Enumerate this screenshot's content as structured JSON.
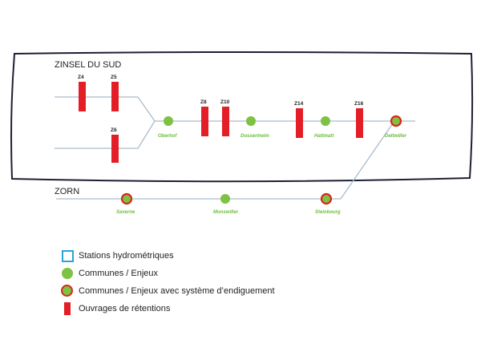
{
  "basins": {
    "zinsel": {
      "title": "ZINSEL DU SUD"
    },
    "zorn": {
      "title": "ZORN"
    }
  },
  "retention_works": [
    {
      "id": "Z4",
      "label": "Z4"
    },
    {
      "id": "Z5",
      "label": "Z5"
    },
    {
      "id": "Z6",
      "label": "Z6"
    },
    {
      "id": "Z8",
      "label": "Z8"
    },
    {
      "id": "Z10",
      "label": "Z10"
    },
    {
      "id": "Z14",
      "label": "Z14"
    },
    {
      "id": "Z16",
      "label": "Z16"
    }
  ],
  "communes": [
    {
      "name": "Oberhof",
      "diked": false
    },
    {
      "name": "Dossenheim",
      "diked": false
    },
    {
      "name": "Hattmatt",
      "diked": false
    },
    {
      "name": "Dettwiller",
      "diked": true
    },
    {
      "name": "Saverne",
      "diked": true
    },
    {
      "name": "Monswiller",
      "diked": false
    },
    {
      "name": "Steinbourg",
      "diked": true
    }
  ],
  "legend": [
    {
      "symbol": "station",
      "label": "Stations hydrométriques"
    },
    {
      "symbol": "commune",
      "label": "Communes / Enjeux"
    },
    {
      "symbol": "commune-diked",
      "label": "Communes / Enjeux avec système d’endiguement"
    },
    {
      "symbol": "retention",
      "label": "Ouvrages de rétentions"
    }
  ],
  "colors": {
    "river": "#a9bccb",
    "frame": "#1f1f33",
    "retention": "#e41e26",
    "commune": "#7dc242",
    "dike_ring": "#d9261c",
    "station": "#2aa3d8",
    "town_label": "#6cbf3c"
  }
}
